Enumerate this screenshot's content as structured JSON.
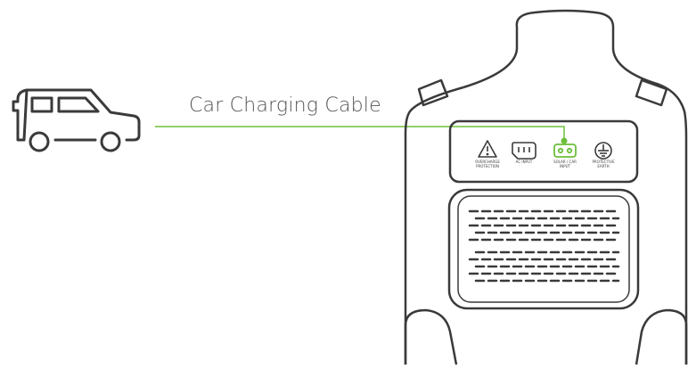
{
  "diagram": {
    "cable_label": "Car Charging Cable",
    "cable_color": "#6cbf3a",
    "line_color": "#3a3a3a",
    "ports": [
      {
        "name": "overcharge-protection",
        "label": "OVERCHARGE PROTECTION",
        "icon": "warning-icon"
      },
      {
        "name": "ac-input",
        "label": "AC INPUT",
        "icon": "ac-socket-icon"
      },
      {
        "name": "solar-car-input",
        "label": "SOLAR / CAR INPUT",
        "icon": "dc-port-icon"
      },
      {
        "name": "protective-earth",
        "label": "PROTECTIVE EARTH",
        "icon": "ground-icon"
      }
    ]
  }
}
